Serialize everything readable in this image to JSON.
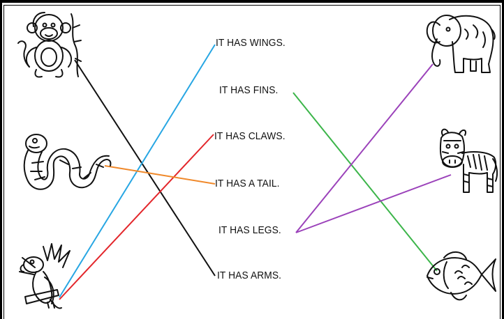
{
  "phrases": {
    "wings": "IT HAS WINGS.",
    "fins": "IT HAS FINS.",
    "claws": "IT HAS CLAWS.",
    "tail": "IT HAS A TAIL.",
    "legs": "IT HAS LEGS.",
    "arms": "IT HAS ARMS."
  },
  "animals": {
    "left": [
      "monkey",
      "snake",
      "parrot"
    ],
    "right": [
      "elephant",
      "zebra",
      "fish"
    ]
  },
  "matches": [
    {
      "animal": "monkey",
      "phrase": "IT HAS ARMS.",
      "color": "#111111"
    },
    {
      "animal": "snake",
      "phrase": "IT HAS A TAIL.",
      "color": "#f0892b"
    },
    {
      "animal": "parrot",
      "phrase": "IT HAS WINGS.",
      "color": "#27a6e3"
    },
    {
      "animal": "parrot",
      "phrase": "IT HAS CLAWS.",
      "color": "#e3262b"
    },
    {
      "animal": "elephant",
      "phrase": "IT HAS LEGS.",
      "color": "#9b42ba"
    },
    {
      "animal": "zebra",
      "phrase": "IT HAS LEGS.",
      "color": "#9b42ba"
    },
    {
      "animal": "fish",
      "phrase": "IT HAS FINS.",
      "color": "#3cb54a"
    }
  ],
  "icons": {
    "monkey": "monkey-icon",
    "snake": "snake-icon",
    "parrot": "parrot-icon",
    "elephant": "elephant-icon",
    "zebra": "zebra-icon",
    "fish": "fish-icon"
  }
}
